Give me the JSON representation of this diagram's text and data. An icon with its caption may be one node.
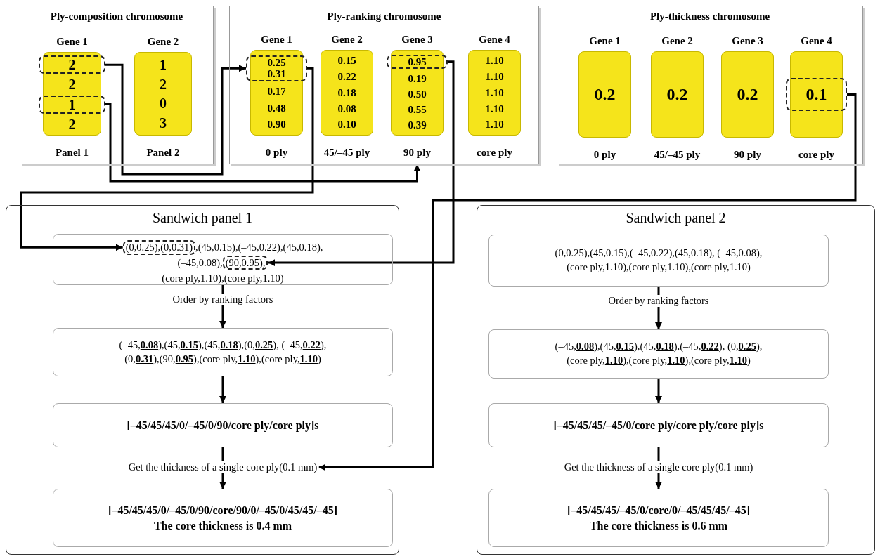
{
  "diagram": {
    "nodes": [
      {
        "text": [
          "Ply-composition chromosome"
        ]
      },
      {
        "text": [
          "Gene 1",
          "2",
          "2"
        ],
        "beside": [
          "Panel 1"
        ],
        "in": 0
      },
      {
        "text": [
          "2"
        ],
        "in": 1
      },
      {
        "text": [
          "1"
        ],
        "in": 1
      },
      {
        "text": [
          "Gene 2",
          "1",
          "2",
          "0",
          "3"
        ],
        "beside": [
          "Panel 2"
        ],
        "in": 0
      },
      {
        "text": [
          "Ply-ranking chromosome"
        ]
      },
      {
        "text": [
          "Gene 1",
          "0.17",
          "0.48",
          "0.90"
        ],
        "beside": [
          "0 ply"
        ],
        "in": 5
      },
      {
        "text": [
          "0.25",
          "0.31"
        ],
        "in": 6
      },
      {
        "text": [
          "Gene 2",
          "0.15",
          "0.22",
          "0.18",
          "0.08",
          "0.10"
        ],
        "beside": [
          "45/–45 ply"
        ],
        "in": 5
      },
      {
        "text": [
          "Gene 3",
          "0.19",
          "0.50",
          "0.55",
          "0.39"
        ],
        "beside": [
          "90 ply"
        ],
        "in": 5
      },
      {
        "text": [
          "0.95"
        ],
        "in": 9
      },
      {
        "text": [
          "Gene 4",
          "1.10",
          "1.10",
          "1.10",
          "1.10",
          "1.10"
        ],
        "beside": [
          "core ply"
        ],
        "in": 5
      },
      {
        "text": [
          "Ply-thickness chromosome"
        ]
      },
      {
        "text": [
          "Gene 1",
          "0.2"
        ],
        "beside": [
          "0 ply"
        ],
        "in": 12
      },
      {
        "text": [
          "Gene 2",
          "0.2"
        ],
        "beside": [
          "45/–45 ply"
        ],
        "in": 12
      },
      {
        "text": [
          "Gene 3",
          "0.2"
        ],
        "beside": [
          "90 ply"
        ],
        "in": 12
      },
      {
        "text": [
          "Gene 4"
        ],
        "beside": [
          "core ply"
        ],
        "in": 12
      },
      {
        "text": [
          "0.1"
        ],
        "in": 16
      },
      {
        "text": [
          "Sandwich panel 1"
        ]
      },
      {
        "text": [
          ",(45,0.15),(–45,0.22),(45,0.18),",
          "(–45,0.08),",
          "(core ply,1.10),(core ply,1.10)"
        ],
        "in": 18
      },
      {
        "text": [
          "(0,0.25),(0,0.31)"
        ],
        "in": 19
      },
      {
        "text": [
          "(90,0.95),"
        ],
        "in": 19
      },
      {
        "text": [
          "Order by ranking factors"
        ],
        "in": 18
      },
      {
        "text": [
          "(–45,**0.08**),(45,**0.15**),(45,**0.18**),(0,**0.25**), (–45,**0.22**),(0,**0.31**),(90,**0.95**),(core ply,**1.10**),(core ply,**1.10**)"
        ],
        "in": 18
      },
      {
        "text": [
          "[–45/45/45/0/–45/0/90/core ply/core ply]s"
        ],
        "in": 18
      },
      {
        "text": [
          "Get the thickness of a single core ply(0.1 mm)"
        ],
        "in": 18
      },
      {
        "text": [
          "[–45/45/45/0/–45/0/90/core/90/0/–45/0/45/45/–45]",
          "The core thickness is 0.4 mm"
        ],
        "in": 18
      },
      {
        "text": [
          "Sandwich panel 2"
        ]
      },
      {
        "text": [
          "(0,0.25),(45,0.15),(–45,0.22),(45,0.18), (–45,0.08),(core ply,1.10),(core ply,1.10),(core ply,1.10)"
        ],
        "in": 27
      },
      {
        "text": [
          "Order by ranking factors"
        ],
        "in": 27
      },
      {
        "text": [
          "(–45,**0.08**),(45,**0.15**),(45,**0.18**),(–45,**0.22**), (0,**0.25**),(core ply,**1.10**),(core ply,**1.10**),(core ply,**1.10**)"
        ],
        "in": 27
      },
      {
        "text": [
          "[–45/45/45/–45/0/core ply/core ply/core ply]s"
        ],
        "in": 27
      },
      {
        "text": [
          "Get the thickness of a single core ply(0.1 mm)"
        ],
        "in": 27
      },
      {
        "text": [
          "[–45/45/45/–45/0/core/0/–45/45/45/–45]",
          "The core thickness is 0.6 mm"
        ],
        "in": 27
      }
    ],
    "edges": [
      {
        "from": 2,
        "to": 7,
        "arrow": "to"
      },
      {
        "from": 3,
        "to": 5,
        "arrow": "to"
      },
      {
        "from": 7,
        "to": 20,
        "arrow": "to"
      },
      {
        "from": 10,
        "to": 21,
        "arrow": "to"
      },
      {
        "from": 17,
        "to": 25,
        "arrow": "to"
      },
      {
        "from": 19,
        "to": 22,
        "arrow": "none"
      },
      {
        "from": 22,
        "to": 23,
        "arrow": "to"
      },
      {
        "from": 23,
        "to": 24,
        "arrow": "to"
      },
      {
        "from": 24,
        "to": 25,
        "arrow": "none"
      },
      {
        "from": 25,
        "to": 26,
        "arrow": "to"
      },
      {
        "from": 28,
        "to": 29,
        "arrow": "none"
      },
      {
        "from": 29,
        "to": 30,
        "arrow": "to"
      },
      {
        "from": 30,
        "to": 31,
        "arrow": "to"
      },
      {
        "from": 31,
        "to": 32,
        "arrow": "none"
      },
      {
        "from": 32,
        "to": 33,
        "arrow": "to"
      }
    ]
  }
}
